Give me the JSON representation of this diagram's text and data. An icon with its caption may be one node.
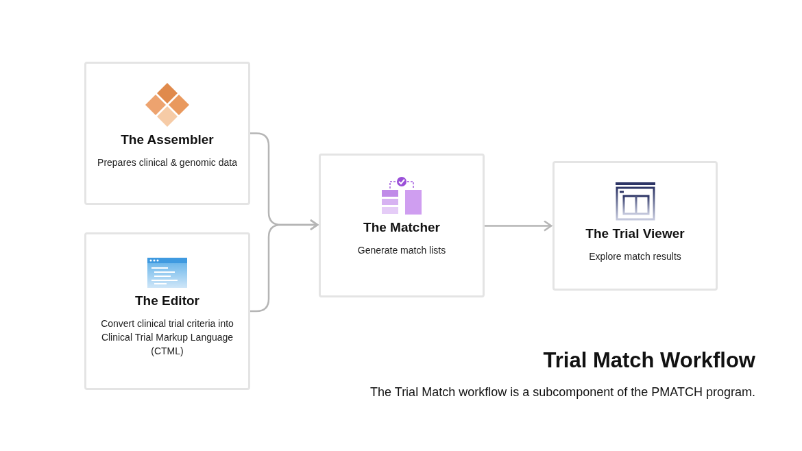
{
  "diagram": {
    "title": "Trial Match Workflow",
    "caption": "The Trial Match workflow is a subcomponent of the PMATCH program.",
    "nodes": [
      {
        "text": [
          "The Assembler",
          "Prepares clinical & genomic data"
        ]
      },
      {
        "text": [
          "The Editor",
          "Convert clinical trial criteria into Clinical Trial Markup Language (CTML)"
        ]
      },
      {
        "text": [
          "The Matcher",
          "Generate match lists"
        ]
      },
      {
        "text": [
          "The Trial Viewer",
          "Explore match results"
        ]
      }
    ],
    "edges": [
      {
        "from": 0,
        "to": 2,
        "arrow": "to"
      },
      {
        "from": 1,
        "to": 2,
        "arrow": "to"
      },
      {
        "from": 2,
        "to": 3,
        "arrow": "to"
      }
    ]
  }
}
